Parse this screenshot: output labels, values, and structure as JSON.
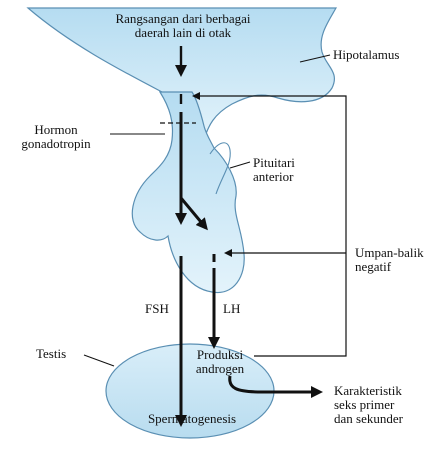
{
  "labels": {
    "stimulus_line1": "Rangsangan dari berbagai",
    "stimulus_line2": "daerah lain di otak",
    "hypothalamus": "Hipotalamus",
    "gonadotropin_line1": "Hormon",
    "gonadotropin_line2": "gonadotropin",
    "pituitary_line1": "Pituitari",
    "pituitary_line2": "anterior",
    "feedback_line1": "Umpan-balik",
    "feedback_line2": "negatif",
    "fsh": "FSH",
    "lh": "LH",
    "testis": "Testis",
    "androgen_line1": "Produksi",
    "androgen_line2": "androgen",
    "spermatogenesis": "Spermatogenesis",
    "characteristics_line1": "Karakteristik",
    "characteristics_line2": "seks primer",
    "characteristics_line3": "dan sekunder"
  },
  "colors": {
    "tissue_fill": "#c4e4f5",
    "tissue_stroke": "#5a8fb3",
    "line": "#111111"
  }
}
